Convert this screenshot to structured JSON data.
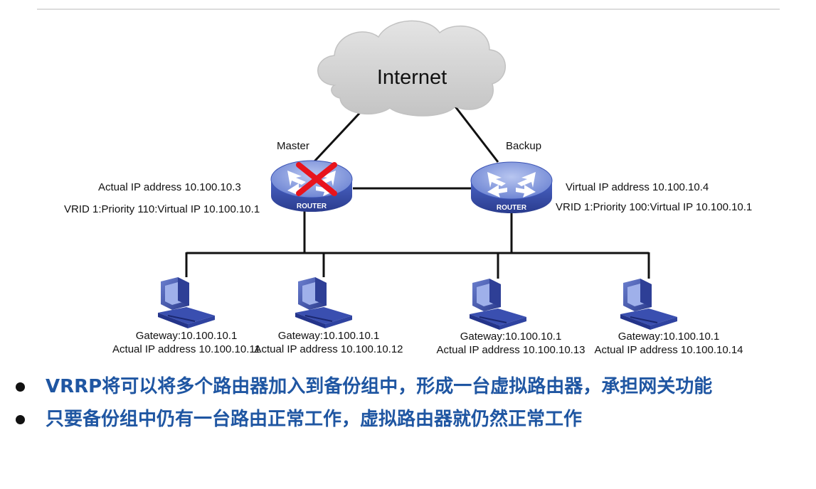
{
  "diagram": {
    "cloud": {
      "label": "Internet",
      "icon": "cloud-icon"
    },
    "master": {
      "role": "Master",
      "router_text": "ROUTER",
      "icon": "router-icon",
      "failure_icon": "red-x-failure-icon",
      "actual_ip": "Actual IP address 10.100.10.3",
      "vrid": "VRID 1:Priority 110:Virtual IP  10.100.10.1"
    },
    "backup": {
      "role": "Backup",
      "router_text": "ROUTER",
      "icon": "router-icon",
      "virtual_ip": "Virtual IP address 10.100.10.4",
      "vrid": "VRID 1:Priority 100:Virtual IP  10.100.10.1"
    },
    "hosts": [
      {
        "gateway": "Gateway:10.100.10.1",
        "actual_ip": "Actual IP address 10.100.10.11",
        "icon": "pc-icon"
      },
      {
        "gateway": "Gateway:10.100.10.1",
        "actual_ip": "Actual IP address 10.100.10.12",
        "icon": "pc-icon"
      },
      {
        "gateway": "Gateway:10.100.10.1",
        "actual_ip": "Actual IP address 10.100.10.13",
        "icon": "pc-icon"
      },
      {
        "gateway": "Gateway:10.100.10.1",
        "actual_ip": "Actual IP address 10.100.10.14",
        "icon": "pc-icon"
      }
    ]
  },
  "bullets": [
    "VRRP将可以将多个路由器加入到备份组中，形成一台虚拟路由器，承担网关功能",
    "只要备份组中仍有一台路由正常工作，虚拟路由器就仍然正常工作"
  ],
  "colors": {
    "router": "#3d55b5",
    "router_top": "#8a9ee0",
    "failure": "#e8141c",
    "bullet_text": "#1f56a2",
    "cloud": "#d0d0d0"
  }
}
